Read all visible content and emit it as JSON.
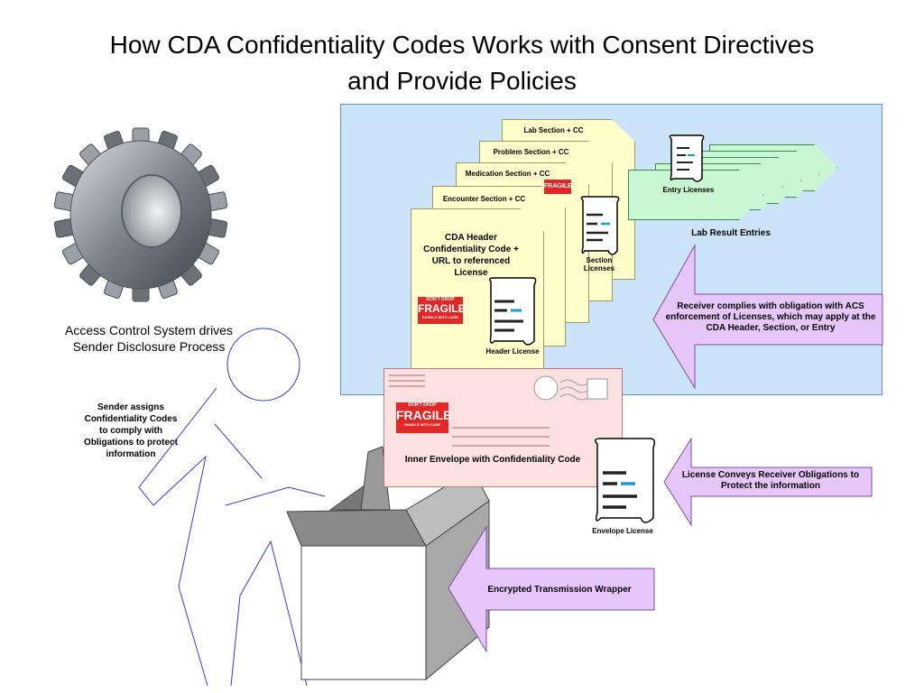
{
  "title": {
    "line1": "How CDA Confidentiality Codes Works with Consent Directives",
    "line2": "and Provide Policies"
  },
  "gear": {
    "icon": "gear-icon",
    "caption": "Access Control System drives Sender Disclosure Process"
  },
  "sender_note": "Sender assigns Confidentiality Codes to comply with Obligations to protect information",
  "sections": {
    "lab": "Lab Section + CC",
    "problem": "Problem Section + CC",
    "medication": "Medication Section + CC",
    "encounter": "Encounter Section + CC",
    "header": "CDA Header Confidentiality Code + URL to referenced License"
  },
  "fragile": {
    "top": "DON'T DROP",
    "main": "FRAGILE",
    "bottom": "HANDLE WITH CARE"
  },
  "licenses": {
    "section": "Section Licenses",
    "header": "Header License",
    "entry": "Entry Licenses",
    "envelope": "Envelope License"
  },
  "lab_entries_label": "Lab Result Entries",
  "callouts": {
    "receiver": "Receiver complies with obligation with ACS enforcement of Licenses, which may apply at the CDA Header, Section, or Entry",
    "license": "License Conveys Receiver Obligations to Protect the information",
    "encrypted": "Encrypted Transmission Wrapper"
  },
  "envelope_label": "Inner Envelope with Confidentiality Code",
  "colors": {
    "panel": "#cce4fa",
    "sheet": "#ffffcc",
    "entry": "#c9f7d3",
    "envelope": "#fde1e1",
    "callout": "#e7c6fb",
    "fragile": "#e32626",
    "figure_line": "#3a3acb"
  }
}
